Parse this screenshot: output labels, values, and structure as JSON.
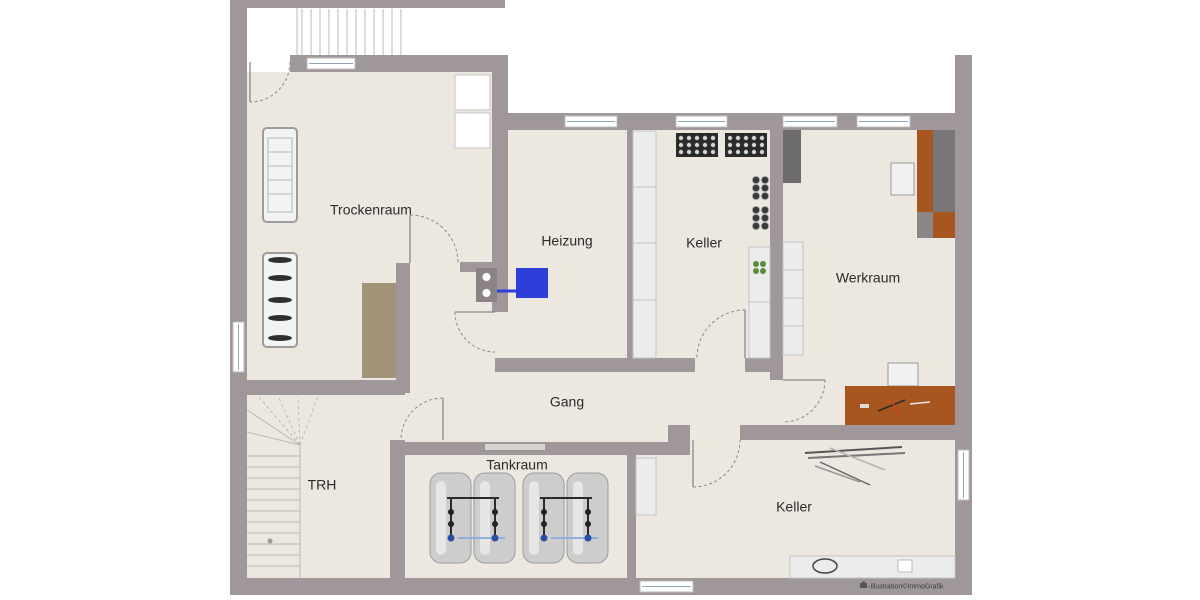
{
  "rooms": {
    "trockenraum": "Trockenraum",
    "heizung": "Heizung",
    "keller_upper": "Keller",
    "werkraum": "Werkraum",
    "gang": "Gang",
    "tankraum": "Tankraum",
    "trh": "TRH",
    "keller_lower": "Keller"
  },
  "watermark": {
    "icon": "camera-icon",
    "text": "-Illustration©ImmoGrafik"
  },
  "colors": {
    "wall": "#a0979a",
    "floor": "#ece7df",
    "boiler": "#2d3fd8",
    "workbench": "#a8561f"
  }
}
